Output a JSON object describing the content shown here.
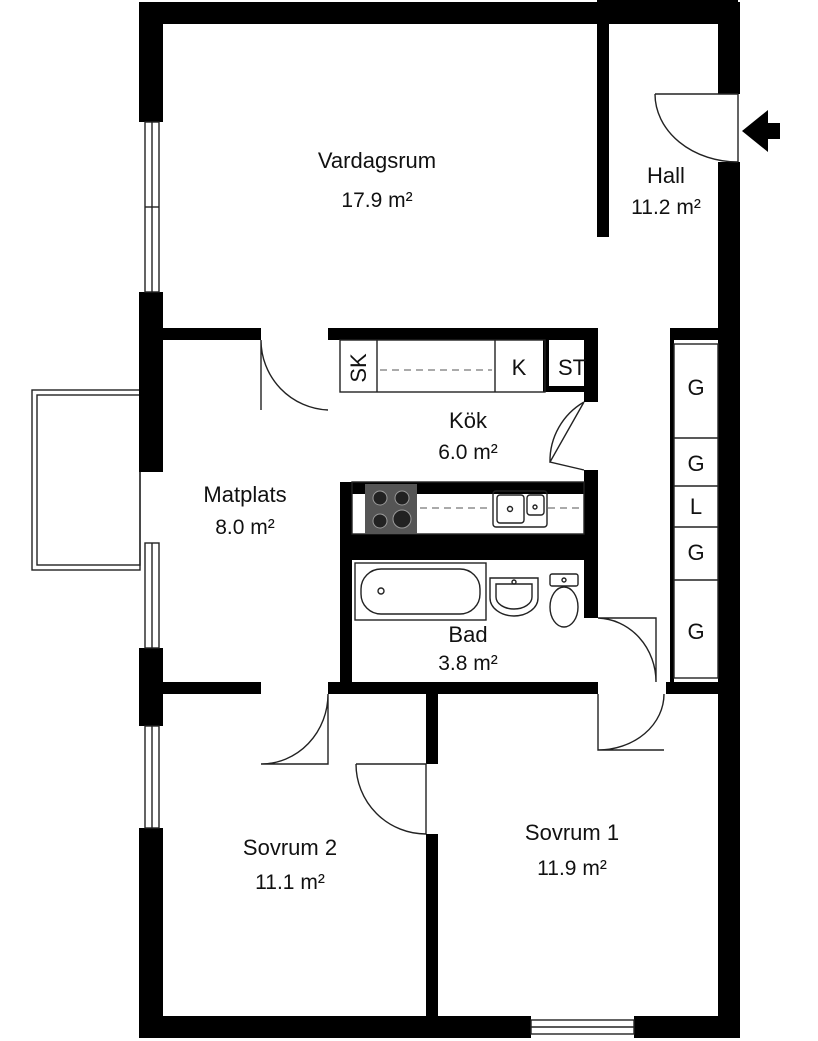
{
  "rooms": {
    "vardagsrum": {
      "name": "Vardagsrum",
      "area": "17.9 m²"
    },
    "hall": {
      "name": "Hall",
      "area": "11.2 m²"
    },
    "kok": {
      "name": "Kök",
      "area": "6.0 m²"
    },
    "matplats": {
      "name": "Matplats",
      "area": "8.0 m²"
    },
    "bad": {
      "name": "Bad",
      "area": "3.8 m²"
    },
    "sovrum2": {
      "name": "Sovrum 2",
      "area": "11.1 m²"
    },
    "sovrum1": {
      "name": "Sovrum 1",
      "area": "11.9 m²"
    }
  },
  "fixtures": {
    "sk": "SK",
    "k": "K",
    "st": "ST",
    "wardrobes": [
      "G",
      "G",
      "L",
      "G",
      "G"
    ]
  },
  "colors": {
    "wall": "#000000",
    "background": "#ffffff",
    "stove": "#555555"
  }
}
